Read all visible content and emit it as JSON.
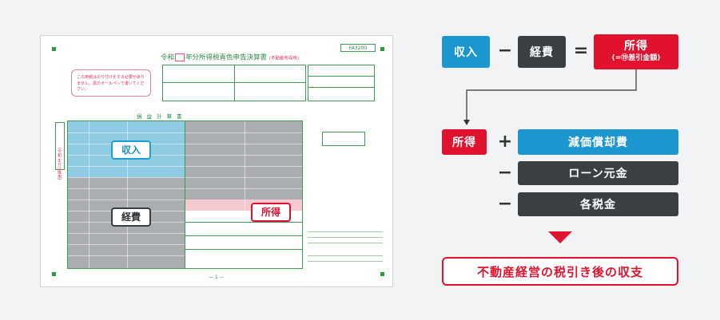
{
  "form": {
    "code": "FA3200",
    "title_reiwa": "令和",
    "title_rest": "年分所得税青色申告決算書",
    "title_sub": "(不動産所得用)",
    "note_text": "この用紙はのり付けをする必要がありません。黒のボールペンで書いてください。",
    "section_header": "損益計算書",
    "page_number": "— 1 —",
    "side_label": "(令和 年分以降用)",
    "tag_income": "収入",
    "tag_expense": "経費",
    "tag_profit": "所得",
    "colors": {
      "form_green": "#2e8b46",
      "zone_blue": "#4aacd2",
      "zone_gray": "#767c80",
      "zone_pink": "#ec8696"
    }
  },
  "flow": {
    "row1": {
      "income": "収入",
      "minus": "−",
      "expense": "経費",
      "equals": "=",
      "profit": "所得",
      "profit_sub": "(=⑲差引金額)"
    },
    "row2": {
      "profit": "所得",
      "plus": "+",
      "depreciation": "減価償却費",
      "minus1": "−",
      "loan_principal": "ローン元金",
      "minus2": "−",
      "taxes": "各税金"
    },
    "result": "不動産経営の税引き後の収支"
  },
  "colors": {
    "blue": "#1b96cf",
    "dark": "#3a3f43",
    "red": "#e0122e",
    "background": "#f2f3f4"
  }
}
